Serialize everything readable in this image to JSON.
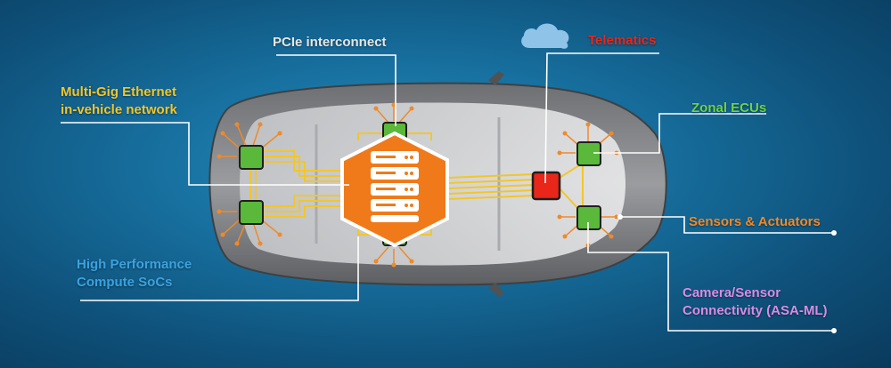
{
  "labels": {
    "pcie": "PCIe interconnect",
    "telematics": "Telematics",
    "ethernet_line1": "Multi-Gig Ethernet",
    "ethernet_line2": "in-vehicle network",
    "zonal": "Zonal ECUs",
    "sensors": "Sensors & Actuators",
    "hpc_line1": "High Performance",
    "hpc_line2": "Compute SoCs",
    "camera_line1": "Camera/Sensor",
    "camera_line2": "Connectivity (ASA-ML)"
  },
  "colors": {
    "background": "#17709f",
    "pcie": "#e6e6e6",
    "telematics": "#e8261a",
    "ethernet": "#f2c62a",
    "zonal": "#6dd34a",
    "sensors": "#ef8a2a",
    "hpc": "#3ca2e0",
    "camera": "#d88ce6",
    "hub_orange": "#f07a1a",
    "callout_lines": "#ffffff"
  },
  "icons": {
    "cloud": "cloud-icon",
    "hub": "server-stack-icon"
  }
}
